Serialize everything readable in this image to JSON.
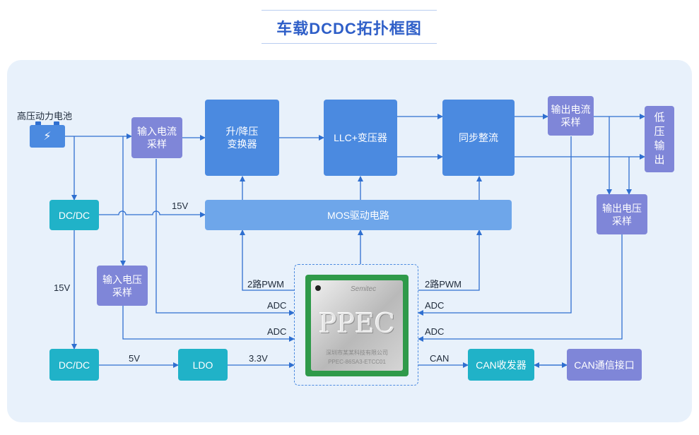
{
  "title": "车载DCDC拓扑框图",
  "battery": {
    "label": "高压动力电池"
  },
  "blocks": {
    "input_current_sampling": "输入电流\n采样",
    "boost_buck": "升/降压\n变换器",
    "llc_transformer": "LLC+变压器",
    "sync_rectifier": "同步整流",
    "output_current_sampling": "输出电流\n采样",
    "low_voltage_output": [
      "低",
      "压",
      "输",
      "出"
    ],
    "dcdc_top": "DC/DC",
    "mos_driver": "MOS驱动电路",
    "output_voltage_sampling": "输出电压\n采样",
    "input_voltage_sampling": "输入电压\n采样",
    "dcdc_bottom": "DC/DC",
    "ldo": "LDO",
    "can_transceiver": "CAN收发器",
    "can_interface": "CAN通信接口"
  },
  "chip": {
    "brand": "Semitec",
    "name": "PPEC",
    "line1": "深圳市某某科技有限公司",
    "line2": "PPEC-86SA3-ETCC01"
  },
  "wire_labels": {
    "v15_top": "15V",
    "v15_left": "15V",
    "v5": "5V",
    "v33": "3.3V",
    "pwm_left": "2路PWM",
    "pwm_right": "2路PWM",
    "adc_left1": "ADC",
    "adc_left2": "ADC",
    "adc_right1": "ADC",
    "adc_right2": "ADC",
    "can": "CAN"
  }
}
